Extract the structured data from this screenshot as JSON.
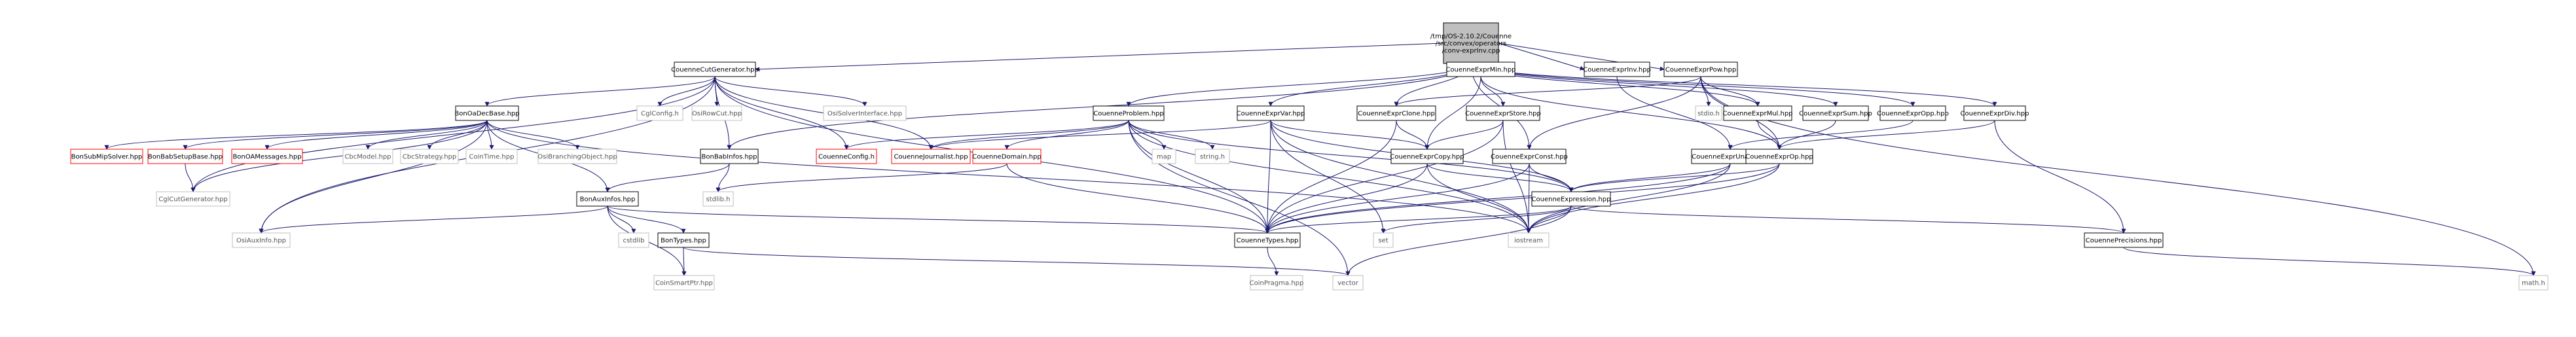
{
  "graph": {
    "colors": {
      "root_fill": "#bfbfbf",
      "normal_fill": "#ffffff",
      "normal_stroke": "#000000",
      "normal_text": "#000000",
      "gray_stroke": "#bfbfbf",
      "gray_text": "#555555",
      "red_stroke": "#ff0000",
      "red_text": "#000000",
      "edge": "#191970"
    },
    "nodes": [
      {
        "id": "root",
        "label": "/tmp/OS-2.10.2/Couenne\n/src/convex/operators\n/conv-exprInv.cpp",
        "style": "root"
      },
      {
        "id": "cutgen",
        "label": "CouenneCutGenerator.hpp",
        "style": "normal"
      },
      {
        "id": "problem",
        "label": "CouenneProblem.hpp",
        "style": "normal"
      },
      {
        "id": "var",
        "label": "CouenneExprVar.hpp",
        "style": "normal"
      },
      {
        "id": "min",
        "label": "CouenneExprMin.hpp",
        "style": "normal"
      },
      {
        "id": "store",
        "label": "CouenneExprStore.hpp",
        "style": "normal"
      },
      {
        "id": "clone",
        "label": "CouenneExprClone.hpp",
        "style": "normal"
      },
      {
        "id": "copy",
        "label": "CouenneExprCopy.hpp",
        "style": "normal"
      },
      {
        "id": "inv",
        "label": "CouenneExprInv.hpp",
        "style": "normal"
      },
      {
        "id": "pow",
        "label": "CouenneExprPow.hpp",
        "style": "normal"
      },
      {
        "id": "mul",
        "label": "CouenneExprMul.hpp",
        "style": "normal"
      },
      {
        "id": "sum",
        "label": "CouenneExprSum.hpp",
        "style": "normal"
      },
      {
        "id": "opp",
        "label": "CouenneExprOpp.hpp",
        "style": "normal"
      },
      {
        "id": "div",
        "label": "CouenneExprDiv.hpp",
        "style": "normal"
      },
      {
        "id": "unary",
        "label": "CouenneExprUnary.hpp",
        "style": "normal"
      },
      {
        "id": "op",
        "label": "CouenneExprOp.hpp",
        "style": "normal"
      },
      {
        "id": "const",
        "label": "CouenneExprConst.hpp",
        "style": "normal"
      },
      {
        "id": "expression",
        "label": "CouenneExpression.hpp",
        "style": "normal"
      },
      {
        "id": "types",
        "label": "CouenneTypes.hpp",
        "style": "normal"
      },
      {
        "id": "precisions",
        "label": "CouennePrecisions.hpp",
        "style": "normal"
      },
      {
        "id": "domain",
        "label": "CouenneDomain.hpp",
        "style": "red"
      },
      {
        "id": "cconfig",
        "label": "CouenneConfig.h",
        "style": "red"
      },
      {
        "id": "journalist",
        "label": "CouenneJournalist.hpp",
        "style": "red"
      },
      {
        "id": "oadec",
        "label": "BonOaDecBase.hpp",
        "style": "normal"
      },
      {
        "id": "babinfos",
        "label": "BonBabInfos.hpp",
        "style": "normal"
      },
      {
        "id": "auxinfos",
        "label": "BonAuxInfos.hpp",
        "style": "normal"
      },
      {
        "id": "bontypes",
        "label": "BonTypes.hpp",
        "style": "normal"
      },
      {
        "id": "submip",
        "label": "BonSubMipSolver.hpp",
        "style": "red"
      },
      {
        "id": "babsetup",
        "label": "BonBabSetupBase.hpp",
        "style": "red"
      },
      {
        "id": "oamsg",
        "label": "BonOAMessages.hpp",
        "style": "red"
      },
      {
        "id": "cglcutgen",
        "label": "CglCutGenerator.hpp",
        "style": "gray"
      },
      {
        "id": "osiaux",
        "label": "OsiAuxInfo.hpp",
        "style": "gray"
      },
      {
        "id": "cbcmodel",
        "label": "CbcModel.hpp",
        "style": "gray"
      },
      {
        "id": "cbcstrat",
        "label": "CbcStrategy.hpp",
        "style": "gray"
      },
      {
        "id": "cointime",
        "label": "CoinTime.hpp",
        "style": "gray"
      },
      {
        "id": "osibranch",
        "label": "OsiBranchingObject.hpp",
        "style": "gray"
      },
      {
        "id": "cglconfig",
        "label": "CglConfig.h",
        "style": "gray"
      },
      {
        "id": "osirowcut",
        "label": "OsiRowCut.hpp",
        "style": "gray"
      },
      {
        "id": "osisolver",
        "label": "OsiSolverInterface.hpp",
        "style": "gray"
      },
      {
        "id": "map",
        "label": "map",
        "style": "gray"
      },
      {
        "id": "string",
        "label": "string.h",
        "style": "gray"
      },
      {
        "id": "stdlib",
        "label": "stdlib.h",
        "style": "gray"
      },
      {
        "id": "cstdlib",
        "label": "cstdlib",
        "style": "gray"
      },
      {
        "id": "smartptr",
        "label": "CoinSmartPtr.hpp",
        "style": "gray"
      },
      {
        "id": "vector",
        "label": "vector",
        "style": "gray"
      },
      {
        "id": "pragma",
        "label": "CoinPragma.hpp",
        "style": "gray"
      },
      {
        "id": "set",
        "label": "set",
        "style": "gray"
      },
      {
        "id": "iostream",
        "label": "iostream",
        "style": "gray"
      },
      {
        "id": "stdio",
        "label": "stdio.h",
        "style": "gray"
      },
      {
        "id": "math",
        "label": "math.h",
        "style": "gray"
      }
    ],
    "edges": [
      [
        "root",
        "cutgen"
      ],
      [
        "root",
        "problem"
      ],
      [
        "root",
        "var"
      ],
      [
        "root",
        "min"
      ],
      [
        "root",
        "clone"
      ],
      [
        "root",
        "inv"
      ],
      [
        "root",
        "pow"
      ],
      [
        "root",
        "mul"
      ],
      [
        "root",
        "sum"
      ],
      [
        "root",
        "opp"
      ],
      [
        "root",
        "div"
      ],
      [
        "root",
        "const"
      ],
      [
        "root",
        "babinfos"
      ],
      [
        "cutgen",
        "oadec"
      ],
      [
        "cutgen",
        "babinfos"
      ],
      [
        "cutgen",
        "cglconfig"
      ],
      [
        "cutgen",
        "osirowcut"
      ],
      [
        "cutgen",
        "osisolver"
      ],
      [
        "cutgen",
        "cconfig"
      ],
      [
        "cutgen",
        "journalist"
      ],
      [
        "cutgen",
        "types"
      ],
      [
        "cutgen",
        "cglcutgen"
      ],
      [
        "cutgen",
        "osiaux"
      ],
      [
        "oadec",
        "submip"
      ],
      [
        "oadec",
        "babsetup"
      ],
      [
        "oadec",
        "oamsg"
      ],
      [
        "oadec",
        "cbcmodel"
      ],
      [
        "oadec",
        "cbcstrat"
      ],
      [
        "oadec",
        "cointime"
      ],
      [
        "oadec",
        "osibranch"
      ],
      [
        "oadec",
        "auxinfos"
      ],
      [
        "oadec",
        "cglcutgen"
      ],
      [
        "oadec",
        "osiaux"
      ],
      [
        "oadec",
        "iostream"
      ],
      [
        "babsetup",
        "cglcutgen"
      ],
      [
        "babinfos",
        "auxinfos"
      ],
      [
        "babinfos",
        "stdlib"
      ],
      [
        "auxinfos",
        "osiaux"
      ],
      [
        "auxinfos",
        "cstdlib"
      ],
      [
        "auxinfos",
        "bontypes"
      ],
      [
        "auxinfos",
        "smartptr"
      ],
      [
        "auxinfos",
        "types"
      ],
      [
        "bontypes",
        "vector"
      ],
      [
        "bontypes",
        "smartptr"
      ],
      [
        "problem",
        "cconfig"
      ],
      [
        "problem",
        "journalist"
      ],
      [
        "problem",
        "domain"
      ],
      [
        "problem",
        "map"
      ],
      [
        "problem",
        "string"
      ],
      [
        "problem",
        "expression"
      ],
      [
        "problem",
        "types"
      ],
      [
        "problem",
        "vector"
      ],
      [
        "problem",
        "iostream"
      ],
      [
        "domain",
        "types"
      ],
      [
        "domain",
        "stdlib"
      ],
      [
        "var",
        "journalist"
      ],
      [
        "var",
        "set"
      ],
      [
        "var",
        "types"
      ],
      [
        "var",
        "expression"
      ],
      [
        "var",
        "iostream"
      ],
      [
        "var",
        "copy"
      ],
      [
        "min",
        "store"
      ],
      [
        "min",
        "op"
      ],
      [
        "min",
        "copy"
      ],
      [
        "store",
        "copy"
      ],
      [
        "store",
        "types"
      ],
      [
        "store",
        "iostream"
      ],
      [
        "clone",
        "copy"
      ],
      [
        "clone",
        "types"
      ],
      [
        "copy",
        "types"
      ],
      [
        "copy",
        "expression"
      ],
      [
        "copy",
        "iostream"
      ],
      [
        "inv",
        "unary"
      ],
      [
        "pow",
        "stdio"
      ],
      [
        "pow",
        "math"
      ],
      [
        "pow",
        "mul"
      ],
      [
        "pow",
        "op"
      ],
      [
        "pow",
        "const"
      ],
      [
        "pow",
        "clone"
      ],
      [
        "mul",
        "op"
      ],
      [
        "sum",
        "op"
      ],
      [
        "opp",
        "unary"
      ],
      [
        "div",
        "op"
      ],
      [
        "div",
        "precisions"
      ],
      [
        "unary",
        "expression"
      ],
      [
        "unary",
        "types"
      ],
      [
        "unary",
        "iostream"
      ],
      [
        "op",
        "expression"
      ],
      [
        "op",
        "types"
      ],
      [
        "op",
        "iostream"
      ],
      [
        "const",
        "expression"
      ],
      [
        "const",
        "types"
      ],
      [
        "const",
        "iostream"
      ],
      [
        "expression",
        "types"
      ],
      [
        "expression",
        "precisions"
      ],
      [
        "expression",
        "set"
      ],
      [
        "expression",
        "vector"
      ],
      [
        "expression",
        "iostream"
      ],
      [
        "types",
        "pragma"
      ],
      [
        "precisions",
        "math"
      ]
    ]
  }
}
